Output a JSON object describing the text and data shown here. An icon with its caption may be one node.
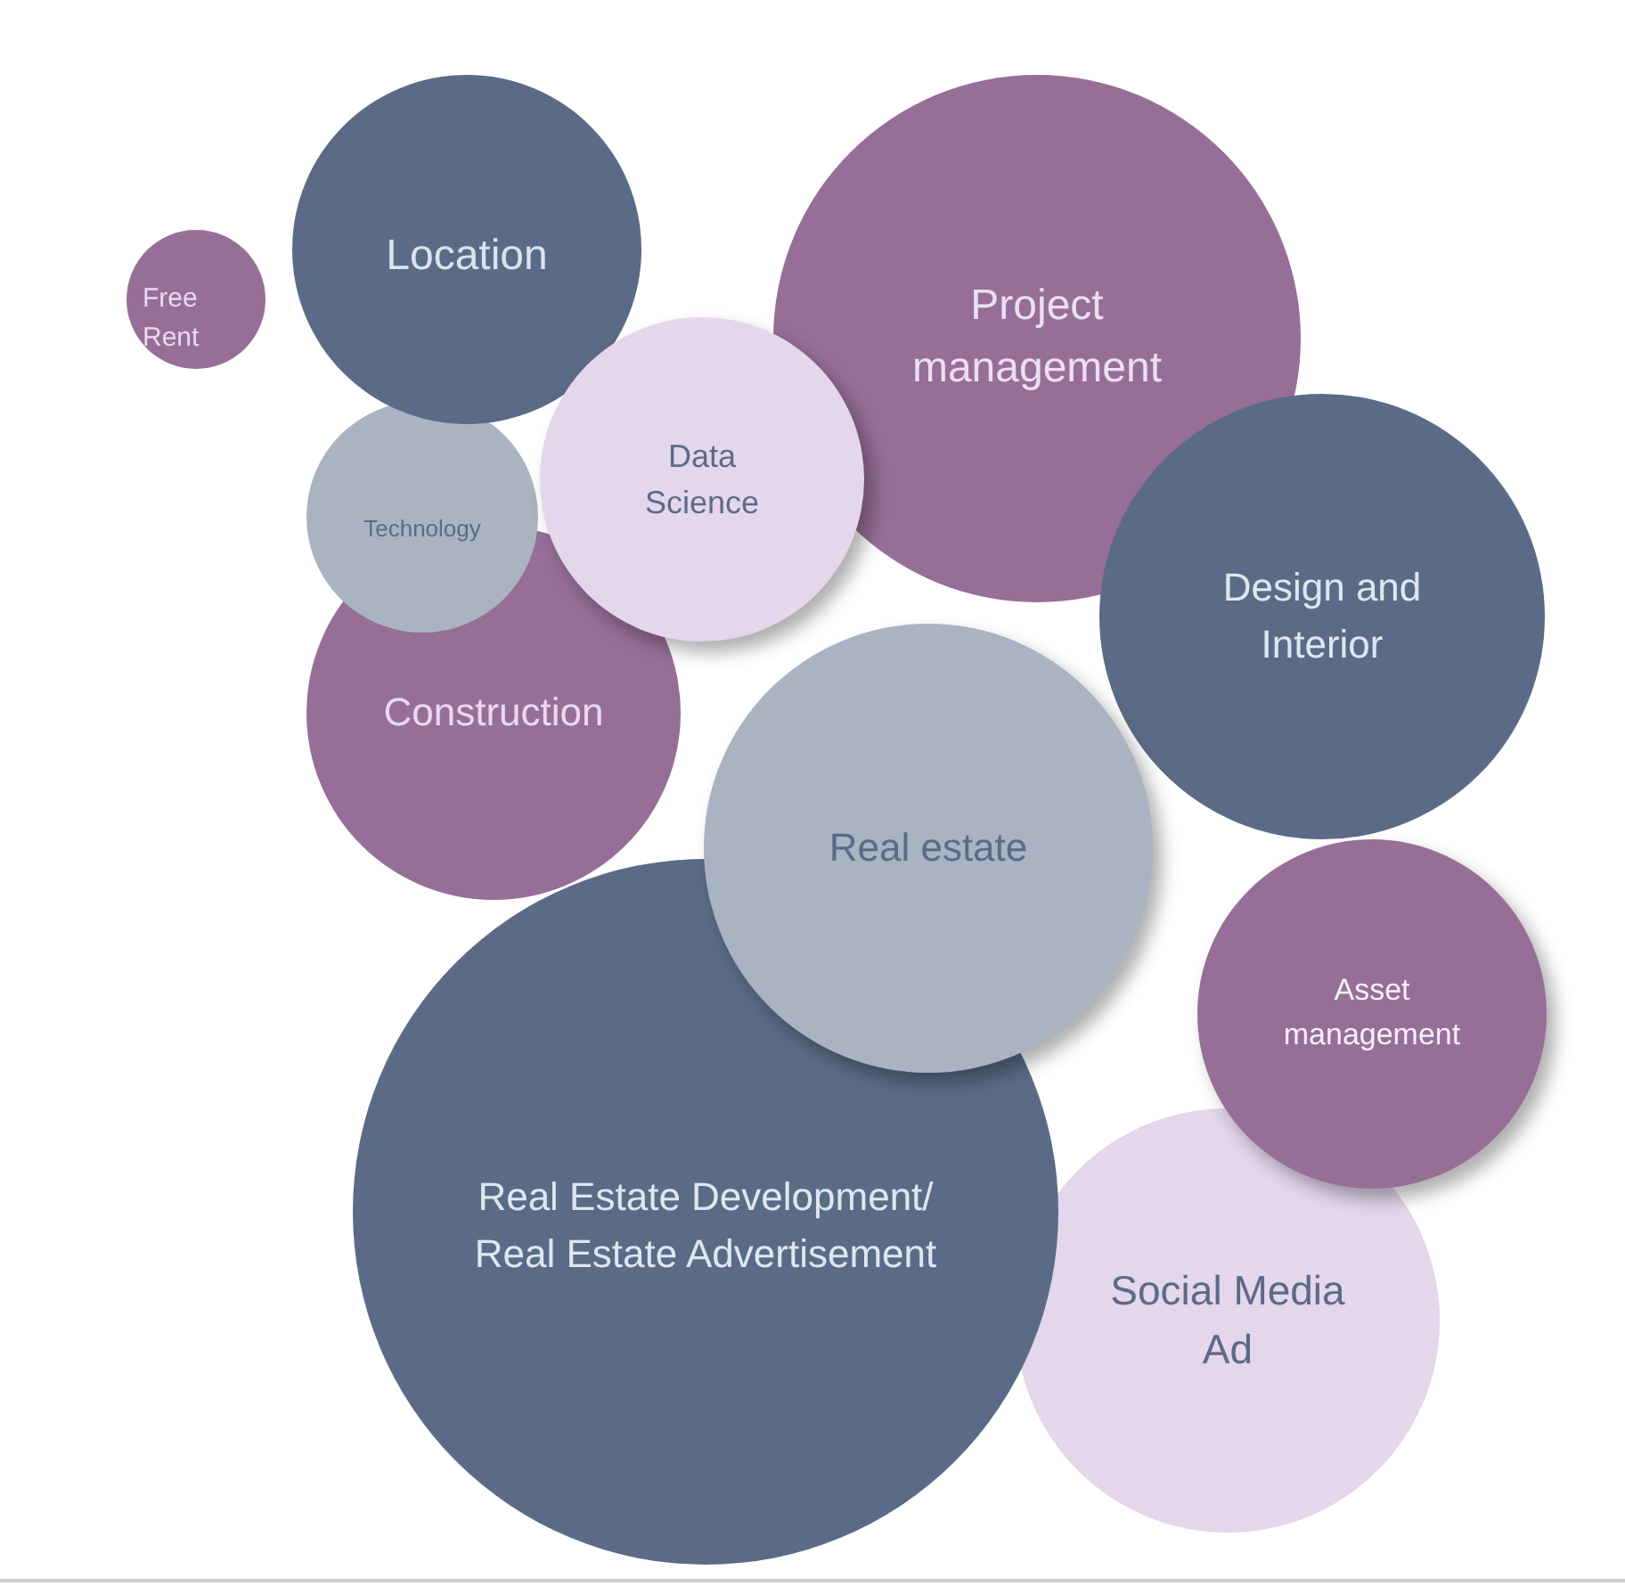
{
  "diagram": {
    "nodes": [
      {
        "text": [
          "Free Rent"
        ]
      },
      {
        "text": [
          "Location"
        ]
      },
      {
        "text": [
          "Project management"
        ]
      },
      {
        "text": [
          "Technology"
        ]
      },
      {
        "text": [
          "Data Science"
        ]
      },
      {
        "text": [
          "Construction"
        ]
      },
      {
        "text": [
          "Design and Interior"
        ]
      },
      {
        "text": [
          "Real estate"
        ]
      },
      {
        "text": [
          "Asset management"
        ]
      },
      {
        "text": [
          "Real Estate Development/ Real Estate Advertisement"
        ]
      },
      {
        "text": [
          "Social Media Ad"
        ]
      }
    ]
  }
}
